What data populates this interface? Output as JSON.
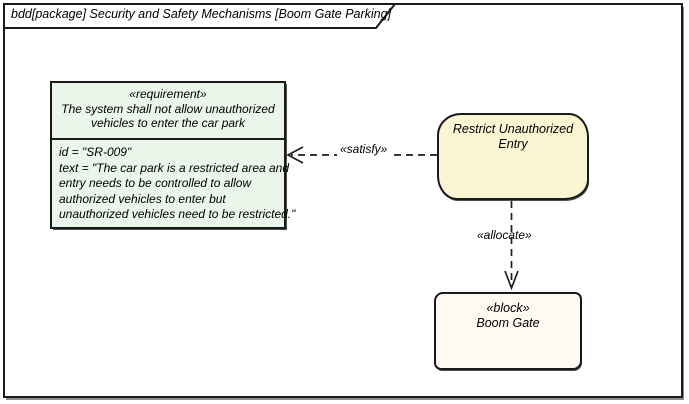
{
  "diagram": {
    "title": "bdd[package] Security and Safety Mechanisms [Boom Gate Parking]"
  },
  "requirement_box": {
    "stereotype": "«requirement»",
    "name": "The system shall not allow unauthorized\nvehicles to enter the car park",
    "id_line": "id = \"SR-009\"",
    "text_line": "text = \"The car park is a restricted area and\nentry needs to be controlled to allow\nauthorized vehicles to enter but\nunauthorized vehicles need to be restricted.\""
  },
  "activity_box": {
    "label": "Restrict Unauthorized\nEntry"
  },
  "block_box": {
    "stereotype": "«block»",
    "name": "Boom Gate"
  },
  "connectors": {
    "satisfy_label": "«satisfy»",
    "allocate_label": "«allocate»"
  },
  "colors": {
    "border": "#1a1a1a",
    "requirement_fill": "#ebf6ea",
    "activity_fill": "#faf5d2",
    "block_fill": "#fdfaf2"
  }
}
